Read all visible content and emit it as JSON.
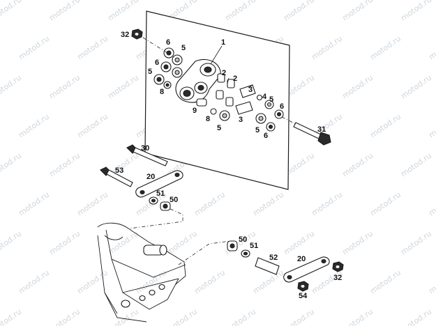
{
  "watermark": {
    "text": "motod.ru"
  },
  "callouts": [
    {
      "id": "c1",
      "text": "1"
    },
    {
      "id": "c32a",
      "text": "32"
    },
    {
      "id": "c6a",
      "text": "6"
    },
    {
      "id": "c5a",
      "text": "5"
    },
    {
      "id": "c6b",
      "text": "6"
    },
    {
      "id": "c5b",
      "text": "5"
    },
    {
      "id": "c8a",
      "text": "8"
    },
    {
      "id": "c2a",
      "text": "2"
    },
    {
      "id": "c2b",
      "text": "2"
    },
    {
      "id": "c3a",
      "text": "3"
    },
    {
      "id": "c4",
      "text": "4"
    },
    {
      "id": "c5c",
      "text": "5"
    },
    {
      "id": "c6c",
      "text": "6"
    },
    {
      "id": "c9",
      "text": "9"
    },
    {
      "id": "c8b",
      "text": "8"
    },
    {
      "id": "c5d",
      "text": "5"
    },
    {
      "id": "c3b",
      "text": "3"
    },
    {
      "id": "c5e",
      "text": "5"
    },
    {
      "id": "c6d",
      "text": "6"
    },
    {
      "id": "c31",
      "text": "31"
    },
    {
      "id": "c30",
      "text": "30"
    },
    {
      "id": "c53",
      "text": "53"
    },
    {
      "id": "c20a",
      "text": "20"
    },
    {
      "id": "c51a",
      "text": "51"
    },
    {
      "id": "c50a",
      "text": "50"
    },
    {
      "id": "c50b",
      "text": "50"
    },
    {
      "id": "c51b",
      "text": "51"
    },
    {
      "id": "c52",
      "text": "52"
    },
    {
      "id": "c20b",
      "text": "20"
    },
    {
      "id": "c32b",
      "text": "32"
    },
    {
      "id": "c54",
      "text": "54"
    }
  ]
}
